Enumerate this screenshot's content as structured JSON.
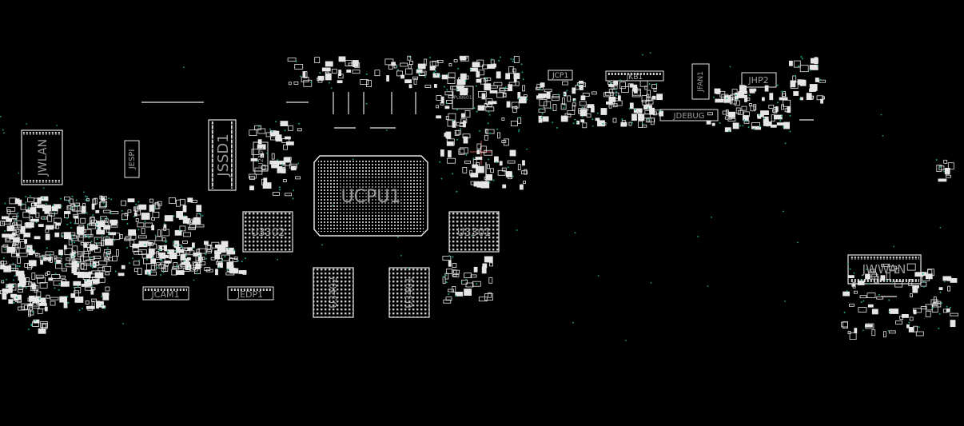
{
  "labels": {
    "ucpu": "UCPU1",
    "u3302": "U3302",
    "u3301": "U3301",
    "u3402": "U3402",
    "u3401": "U3401",
    "jssd": "JSSD1",
    "jwlan": "JWLAN",
    "jespi": "JESPI",
    "jcam": "JCAM1",
    "jedp": "JEDP1",
    "jwwan": "JWWAN",
    "jdebug": "JDEBUG",
    "jhp": "JHP2",
    "jkb": "JKB1",
    "jcp": "JCP1",
    "jfan": "JFAN1",
    "u2101": "U2101",
    "pu8601": "PU8601"
  },
  "colors": {
    "background": "#000000",
    "outline": "#e6e6e6",
    "label": "#9a9a9a",
    "via": "#1f9e8a",
    "trace": "#c0504d"
  }
}
